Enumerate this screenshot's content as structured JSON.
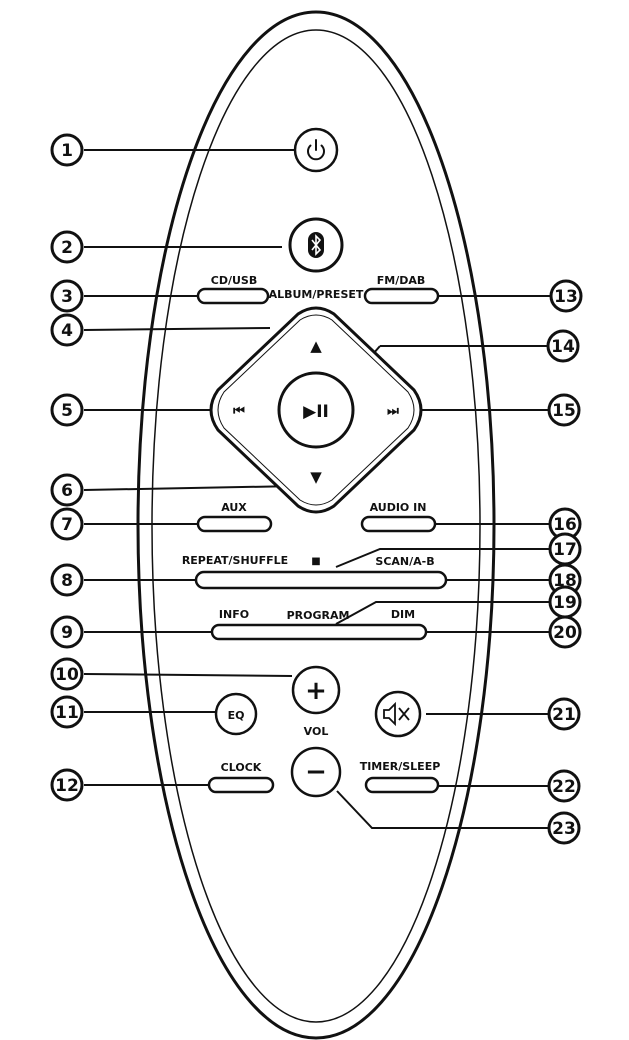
{
  "labels": {
    "cd_usb": "CD/USB",
    "album_preset": "ALBUM/PRESET",
    "fm_dab": "FM/DAB",
    "aux": "AUX",
    "audio_in": "AUDIO IN",
    "repeat_shuffle": "REPEAT/SHUFFLE",
    "scan_ab": "SCAN/A-B",
    "info": "INFO",
    "program": "PROGRAM",
    "dim": "DIM",
    "eq": "EQ",
    "vol": "VOL",
    "clock": "CLOCK",
    "timer_sleep": "TIMER/SLEEP"
  },
  "glyphs": {
    "up": "▲",
    "down": "▼",
    "prev": "⏮",
    "next": "⏭",
    "play_pause": "▶II",
    "stop": "■",
    "plus": "+",
    "minus": "−"
  },
  "callouts": {
    "c1": "1",
    "c2": "2",
    "c3": "3",
    "c4": "4",
    "c5": "5",
    "c6": "6",
    "c7": "7",
    "c8": "8",
    "c9": "9",
    "c10": "10",
    "c11": "11",
    "c12": "12",
    "c13": "13",
    "c14": "14",
    "c15": "15",
    "c16": "16",
    "c17": "17",
    "c18": "18",
    "c19": "19",
    "c20": "20",
    "c21": "21",
    "c22": "22",
    "c23": "23"
  },
  "icons": {
    "power": "power-icon",
    "bluetooth": "bluetooth-icon",
    "mute": "mute-icon"
  }
}
